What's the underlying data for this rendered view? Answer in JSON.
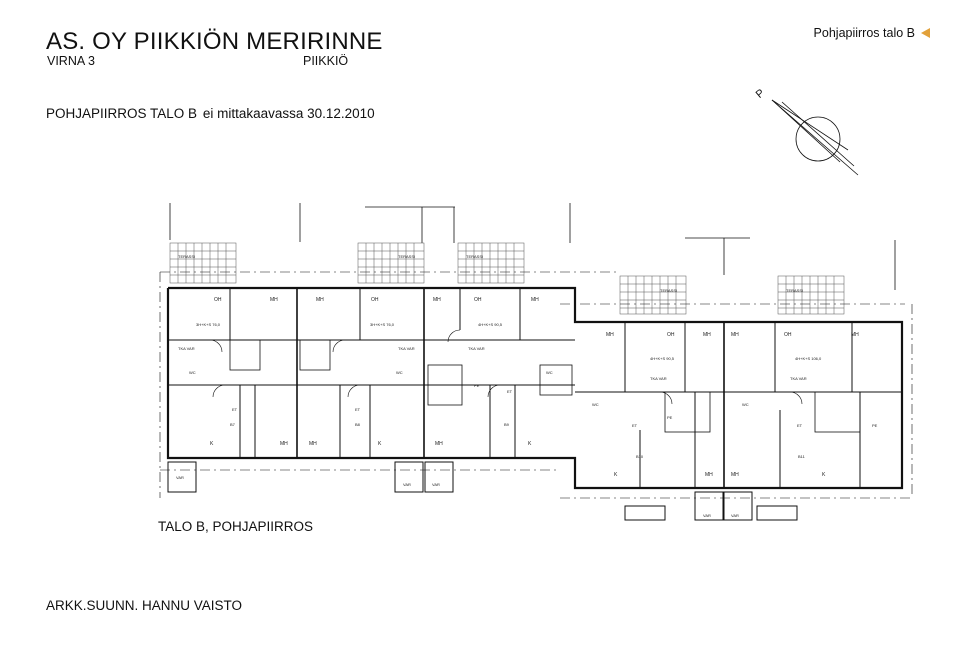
{
  "header": {
    "title": "AS. OY PIIKKIÖN MERIRINNE",
    "subtitle_left": "VIRNA 3",
    "subtitle_right": "PIIKKIÖ",
    "nav_label": "Pohjapiirros talo B"
  },
  "plan": {
    "title": "POHJAPIIRROS TALO B",
    "note": "ei mittakaavassa 30.12.2010",
    "north_label": "P",
    "caption": "TALO B, POHJAPIIRROS",
    "architect": "ARKK.SUUNN. HANNU VAISTO",
    "labels": {
      "terassi": "TERASSI",
      "oh": "OH",
      "mh": "MH",
      "k": "K",
      "et": "ET",
      "var": "VAR",
      "pe": "PE",
      "wc": "WC",
      "tka": "TKA VAR",
      "b7": "B7",
      "b8": "B8",
      "b9": "B9",
      "b10": "B10",
      "b11": "B11",
      "area1": "3H+K+S 76,0",
      "area2": "3H+K+S 76,0",
      "area3": "4H+K+S 90,5",
      "area4": "4H+K+S 90,5",
      "area5": "4H+K+S 106,0"
    }
  },
  "colors": {
    "accent": "#e2a13a",
    "line": "#111111"
  }
}
